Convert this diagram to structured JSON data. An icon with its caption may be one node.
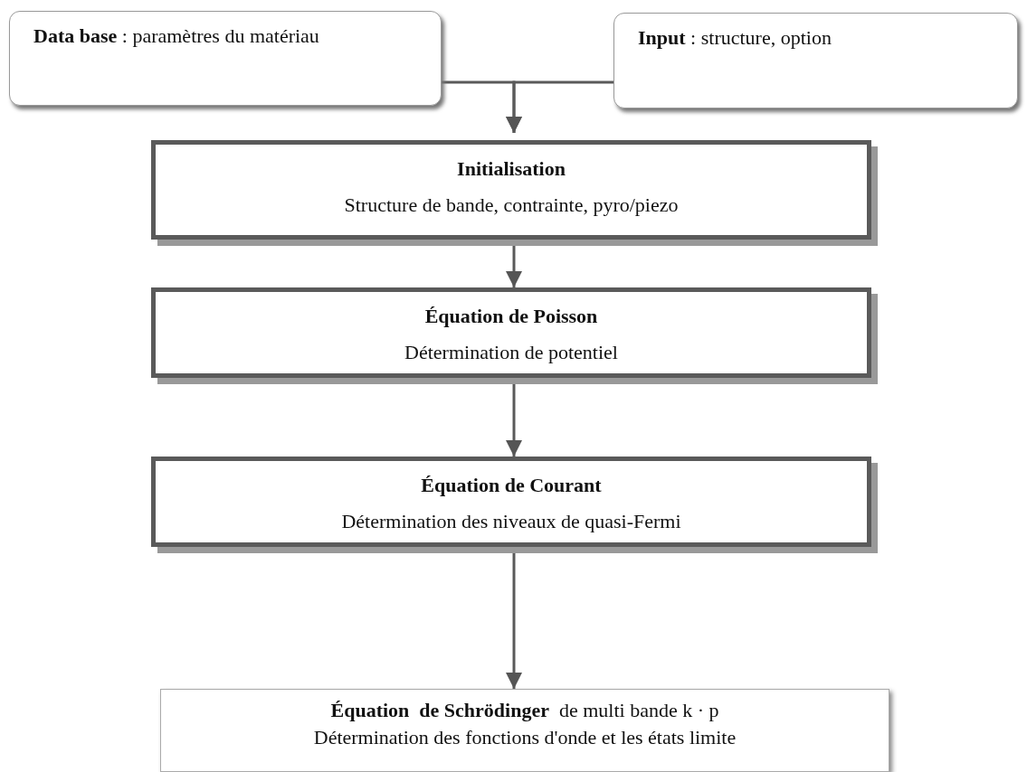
{
  "diagram": {
    "nodes": [
      {
        "text": [
          "**Data base** : paramètres du matériau"
        ]
      },
      {
        "text": [
          "**Input** : structure, option"
        ]
      },
      {
        "text": [
          "Initialisation",
          "Structure de bande, contrainte, pyro/piezo"
        ]
      },
      {
        "text": [
          "Équation de Poisson",
          "Détermination de potentiel"
        ]
      },
      {
        "text": [
          "Équation de Courant",
          "Détermination des niveaux de quasi-Fermi"
        ]
      },
      {
        "text": [
          "**Équation  de Schrödinger**  de multi bande k · p",
          "Détermination des fonctions d'onde et les états limite"
        ]
      }
    ],
    "edges": [
      {
        "from": 0,
        "to": 2,
        "arrow": "to"
      },
      {
        "from": 1,
        "to": 2,
        "arrow": "to"
      },
      {
        "from": 2,
        "to": 3,
        "arrow": "to"
      },
      {
        "from": 3,
        "to": 4,
        "arrow": "to"
      },
      {
        "from": 4,
        "to": 5,
        "arrow": "to"
      }
    ]
  }
}
